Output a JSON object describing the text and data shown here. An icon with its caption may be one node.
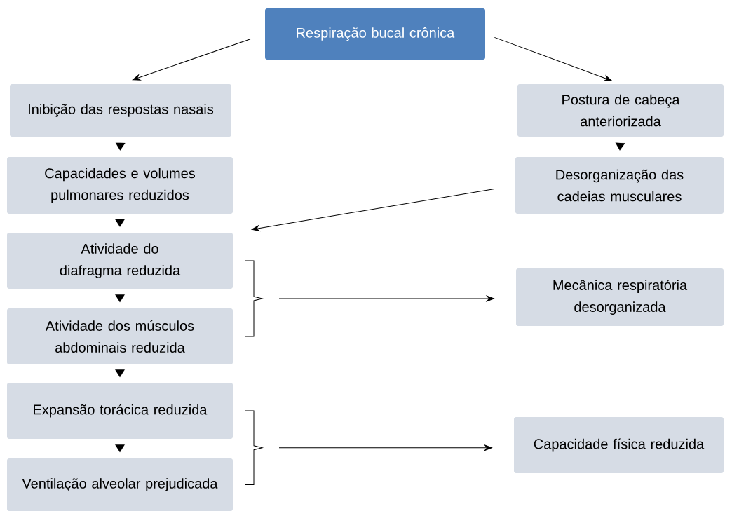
{
  "diagram": {
    "nodes": [
      {
        "text": [
          "Respiração bucal crônica"
        ]
      },
      {
        "text": [
          "Inibição das respostas nasais"
        ]
      },
      {
        "text": [
          "Postura de cabeça anteriorizada"
        ]
      },
      {
        "text": [
          "Capacidades e volumes pulmonares reduzidos"
        ]
      },
      {
        "text": [
          "Desorganização das cadeias musculares"
        ]
      },
      {
        "text": [
          "Atividade do diafragma reduzida"
        ]
      },
      {
        "text": [
          "Mecânica respiratória desorganizada"
        ]
      },
      {
        "text": [
          "Atividade dos músculos abdominais reduzida"
        ]
      },
      {
        "text": [
          "Expansão torácica reduzida"
        ]
      },
      {
        "text": [
          "Capacidade física reduzida"
        ]
      },
      {
        "text": [
          "Ventilação alveolar prejudicada"
        ]
      }
    ],
    "edges": [
      {
        "from": 0,
        "to": 1,
        "arrow": "to"
      },
      {
        "from": 0,
        "to": 2,
        "arrow": "to"
      },
      {
        "from": 1,
        "to": 3,
        "arrow": "to"
      },
      {
        "from": 2,
        "to": 4,
        "arrow": "to"
      },
      {
        "from": 3,
        "to": 5,
        "arrow": "to"
      },
      {
        "from": 4,
        "to": 5,
        "arrow": "to"
      },
      {
        "from": 5,
        "to": 7,
        "arrow": "to"
      },
      {
        "from": 7,
        "to": 8,
        "arrow": "to"
      },
      {
        "from": 8,
        "to": 10,
        "arrow": "to"
      },
      {
        "from": 5,
        "to": 6,
        "arrow": "to"
      },
      {
        "from": 7,
        "to": 6,
        "arrow": "to"
      },
      {
        "from": 8,
        "to": 9,
        "arrow": "to"
      },
      {
        "from": 10,
        "to": 9,
        "arrow": "to"
      }
    ]
  }
}
